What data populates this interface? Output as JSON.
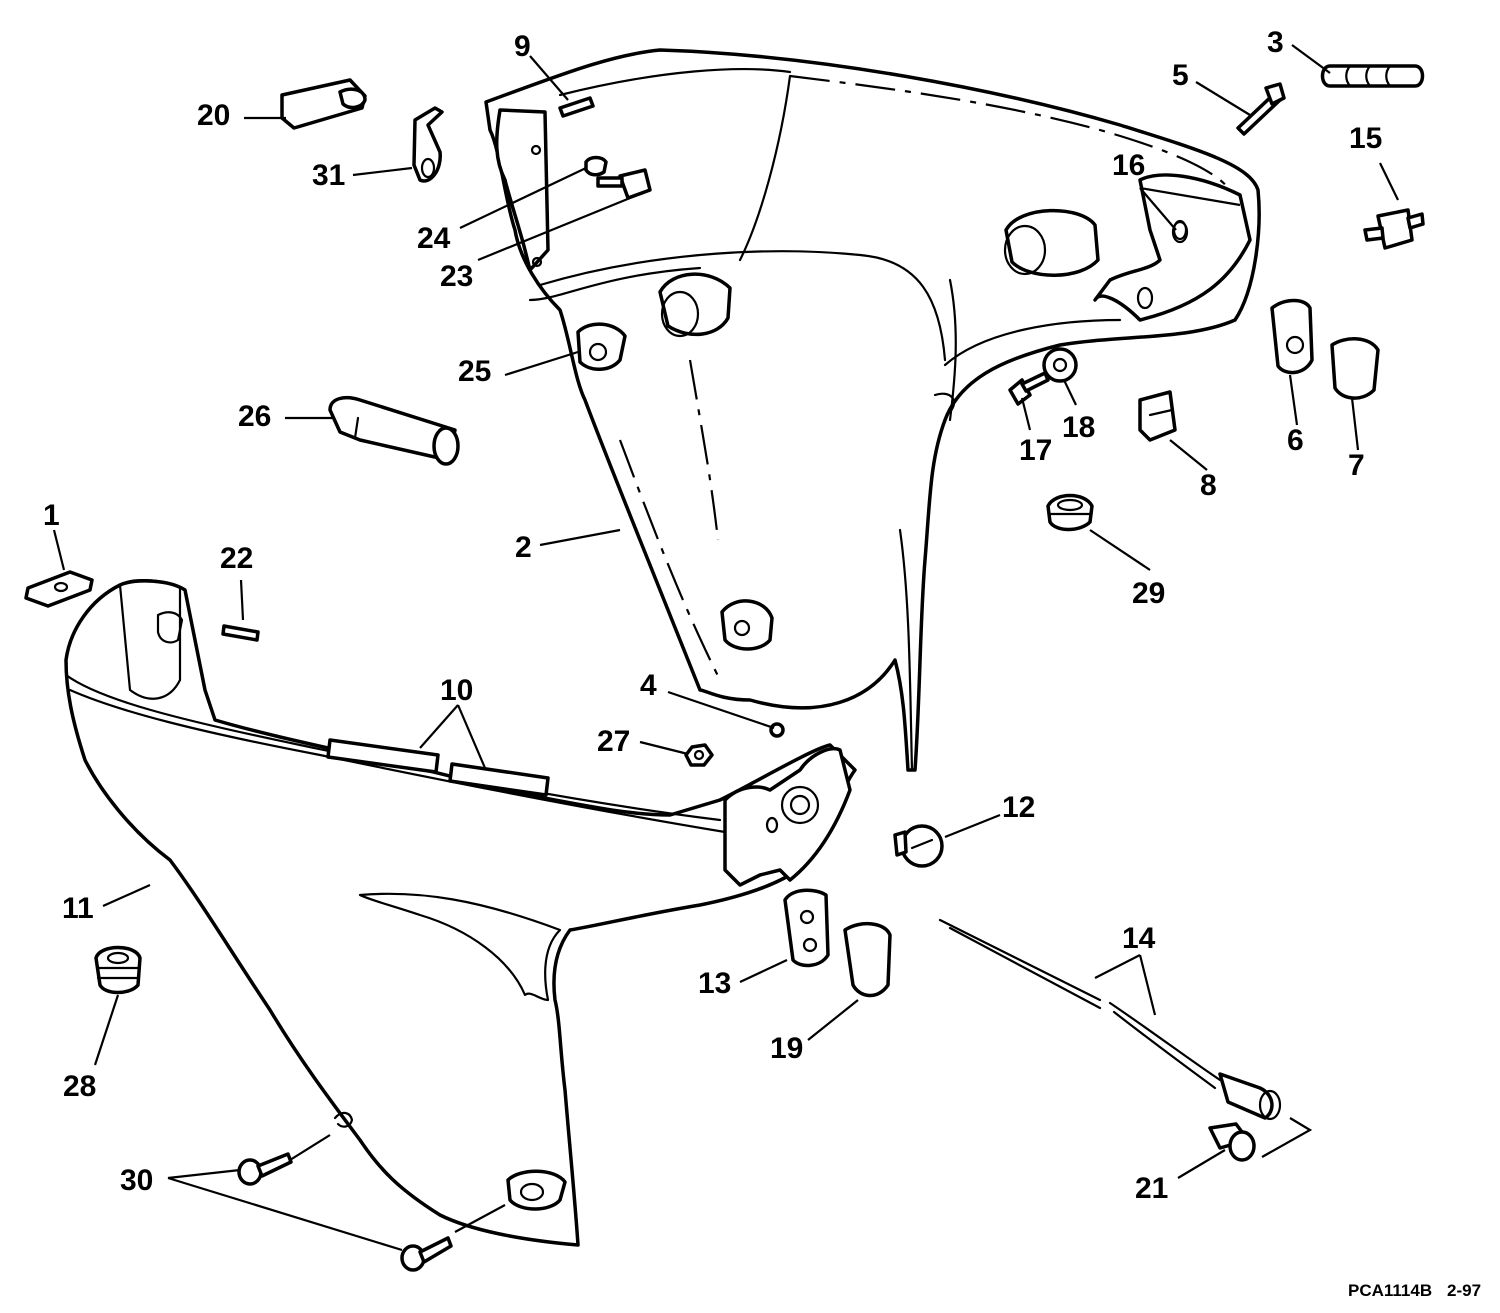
{
  "figure_code": "PCA1114B",
  "figure_date": "2-97",
  "callouts": [
    "1",
    "2",
    "3",
    "4",
    "5",
    "6",
    "7",
    "8",
    "9",
    "10",
    "11",
    "12",
    "13",
    "14",
    "15",
    "16",
    "17",
    "18",
    "19",
    "20",
    "21",
    "22",
    "23",
    "24",
    "25",
    "26",
    "27",
    "28",
    "29",
    "30",
    "31"
  ],
  "colors": {
    "ink": "#000000",
    "paper": "#ffffff"
  }
}
